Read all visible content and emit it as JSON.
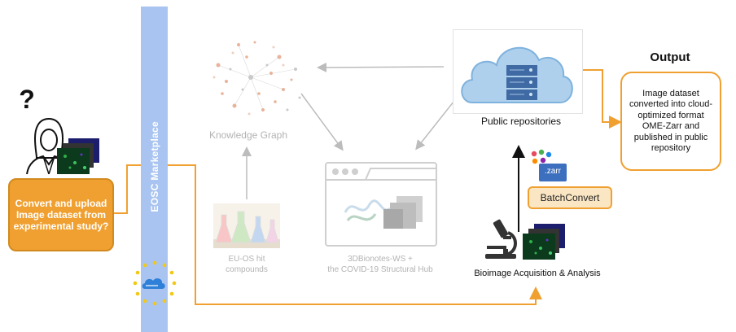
{
  "question_mark": "?",
  "user_task": "Convert and upload Image dataset from experimental study?",
  "marketplace_label": "EOSC Marketplace",
  "knowledge_graph_label": "Knowledge Graph",
  "compounds_label": "EU-OS hit compounds",
  "hub_label_line1": "3DBionotes-WS +",
  "hub_label_line2": "the COVID-19 Structural Hub",
  "public_repos_label": "Public repositories",
  "output_title": "Output",
  "output_text": "Image dataset converted into cloud-optimized format OME-Zarr and published in public repository",
  "zarr_label": ".zarr",
  "batchconvert_label": "BatchConvert",
  "acquisition_label": "Bioimage Acquisition & Analysis",
  "colors": {
    "orange": "#f0a030",
    "bar": "#a9c4f0",
    "gray": "#b3b3b3",
    "cloud": "#9cc6ea",
    "server": "#4a6fa5"
  }
}
